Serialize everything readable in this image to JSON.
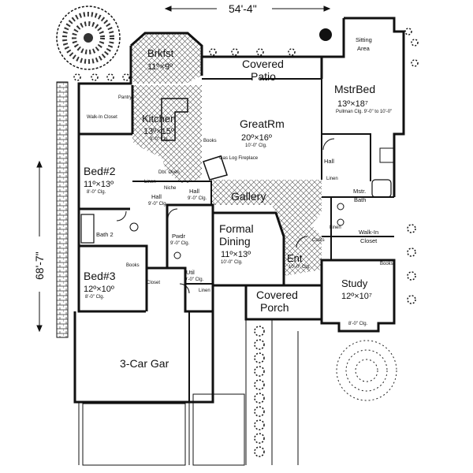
{
  "overall_width": "54'-4\"",
  "overall_depth": "68'-7\"",
  "rooms": {
    "brkfst": {
      "name": "Brkfst",
      "dim": "11º×9º"
    },
    "covered_patio": {
      "line1": "Covered",
      "line2": "Patio"
    },
    "kitchen": {
      "name": "Kitchen",
      "dim": "13º×15º",
      "clg": "9'-0\" Clg."
    },
    "great_rm": {
      "name": "GreatRm",
      "dim": "20º×16º",
      "clg": "10'-0\" Clg."
    },
    "mstr_bed": {
      "name": "MstrBed",
      "dim": "13º×18⁷",
      "clg": "Pullman Clg. 9'-0\" to 10'-0\""
    },
    "sitting_area": {
      "line1": "Sitting",
      "line2": "Area"
    },
    "bed2": {
      "name": "Bed#2",
      "dim": "11º×13º",
      "clg": "8'-0\" Clg."
    },
    "bath2": {
      "name": "Bath 2"
    },
    "bed3": {
      "name": "Bed#3",
      "dim": "12º×10º",
      "clg": "8'-0\" Clg."
    },
    "formal_dining": {
      "line1": "Formal",
      "line2": "Dining",
      "dim": "11º×13º",
      "clg": "10'-0\" Clg."
    },
    "gallery": {
      "name": "Gallery"
    },
    "ent": {
      "name": "Ent",
      "clg": "10'-0\" Clg."
    },
    "covered_porch": {
      "line1": "Covered",
      "line2": "Porch"
    },
    "study": {
      "name": "Study",
      "dim": "12º×10⁷",
      "clg": "8'-0\" Clg."
    },
    "mstr_bath": {
      "line1": "Mstr.",
      "line2": "Bath"
    },
    "walkin_closet_master": {
      "line1": "Walk-In",
      "line2": "Closet"
    },
    "garage": {
      "name": "3-Car Gar"
    },
    "hall_left": {
      "name": "Hall",
      "clg": "9'-0\" Clg."
    },
    "hall_center": {
      "name": "Hall",
      "clg": "9'-0\" Clg."
    },
    "hall_master": {
      "name": "Hall"
    },
    "pwdr": {
      "name": "Pwdr",
      "clg": "9'-0\" Clg."
    },
    "util": {
      "name": "Util",
      "clg": "9'-0\" Clg."
    }
  },
  "notes": {
    "pantry": "Pantry",
    "walkin_closet_bed2": "Walk-In Closet",
    "dw_oven": "Dbl. Oven",
    "linen1": "Linen",
    "niche": "Niche",
    "books1": "Books",
    "fireplace": "Gas Log Fireplace",
    "linen_master": "Linen",
    "linen2": "Linen",
    "coats": "Coats",
    "books2": "Books",
    "books3": "Books",
    "closet": "Closet",
    "linen3": "Linen"
  }
}
